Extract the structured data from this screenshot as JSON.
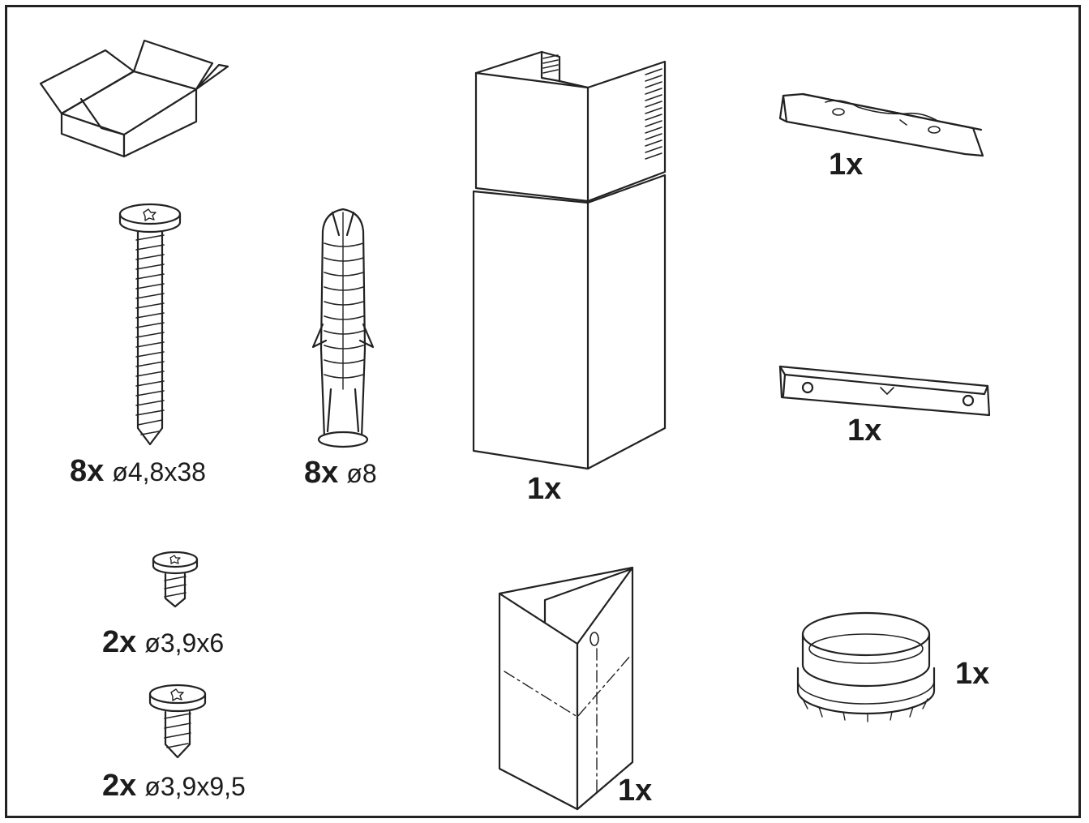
{
  "title": "",
  "items": {
    "box": {
      "icon": "box-icon"
    },
    "long_screw": {
      "qty": "8x",
      "dim": "ø4,8x38",
      "icon": "long-screw-icon"
    },
    "wall_plug": {
      "qty": "8x",
      "dim": "ø8",
      "icon": "wall-plug-icon"
    },
    "chimney": {
      "qty": "1x",
      "icon": "chimney-icon"
    },
    "bracket_top": {
      "qty": "1x",
      "icon": "bracket-icon"
    },
    "bracket_bottom": {
      "qty": "1x",
      "icon": "bracket-icon"
    },
    "short_screw_small": {
      "qty": "2x",
      "dim": "ø3,9x6",
      "icon": "short-screw-icon"
    },
    "short_screw_large": {
      "qty": "2x",
      "dim": "ø3,9x9,5",
      "icon": "short-screw-icon"
    },
    "corner_piece": {
      "qty": "1x",
      "icon": "corner-piece-icon"
    },
    "collar_ring": {
      "qty": "1x",
      "icon": "collar-ring-icon"
    }
  },
  "colors": {
    "line": "#222222",
    "background": "#ffffff"
  }
}
